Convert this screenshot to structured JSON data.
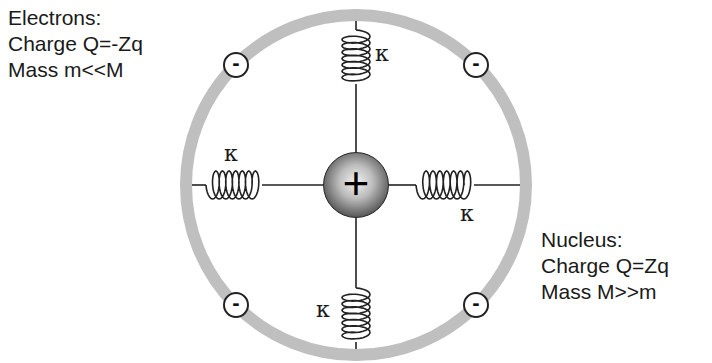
{
  "diagram": {
    "nodes": [
      {
        "text": [
          "-"
        ]
      },
      {
        "text": [
          "-"
        ]
      },
      {
        "text": [
          "+"
        ]
      },
      {
        "text": [
          "-"
        ]
      },
      {
        "text": [
          "-"
        ]
      }
    ],
    "labels": [
      "Electrons:",
      "Charge Q=-Zq",
      "Mass m<<M",
      "κ",
      "κ",
      "κ",
      "κ",
      "Nucleus:",
      "Charge Q=Zq",
      "Mass M>>m"
    ]
  }
}
